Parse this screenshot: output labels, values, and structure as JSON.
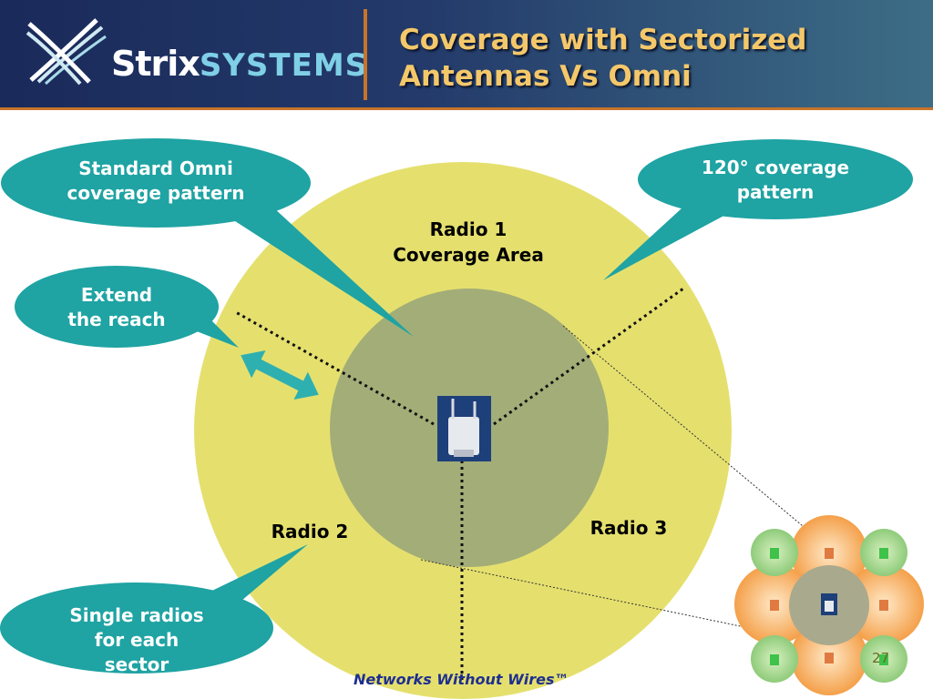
{
  "header": {
    "logo_main": "Strix",
    "logo_sub": "SYSTEMS",
    "title_line1": "Coverage with Sectorized",
    "title_line2": "Antennas Vs Omni"
  },
  "diagram": {
    "radio1_line1": "Radio 1",
    "radio1_line2": "Coverage Area",
    "radio2": "Radio 2",
    "radio3": "Radio 3",
    "colors": {
      "outer_circle": "#e5e06e",
      "inner_circle": "#a3ad78",
      "bubble": "#1fa3a3",
      "arrow": "#2fb0b0"
    }
  },
  "callouts": {
    "omni_line1": "Standard Omni",
    "omni_line2": "coverage pattern",
    "sector_line1": "120° coverage",
    "sector_line2": "pattern",
    "extend_line1": "Extend",
    "extend_line2": "the reach",
    "single_line1": "Single radios",
    "single_line2": "for each",
    "single_line3": "sector"
  },
  "footer": {
    "tagline": "Networks Without Wires™",
    "page_number": "27"
  }
}
